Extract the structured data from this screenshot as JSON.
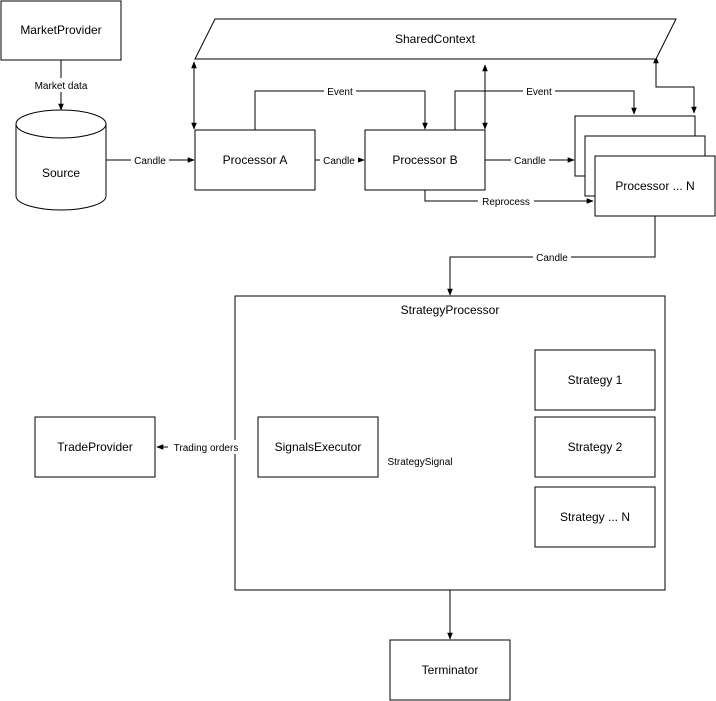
{
  "diagram": {
    "nodes": {
      "market_provider": "MarketProvider",
      "source": "Source",
      "shared_context": "SharedContext",
      "processor_a": "Processor A",
      "processor_b": "Processor B",
      "processor_n": "Processor ... N",
      "strategy_processor": "StrategyProcessor",
      "strategy_1": "Strategy 1",
      "strategy_2": "Strategy 2",
      "strategy_n": "Strategy ... N",
      "signals_executor": "SignalsExecutor",
      "trade_provider": "TradeProvider",
      "terminator": "Terminator"
    },
    "edges": {
      "market_data": "Market data",
      "candle_source_a": "Candle",
      "candle_a_b": "Candle",
      "candle_b_n": "Candle",
      "candle_n_strategy": "Candle",
      "event_a_b": "Event",
      "event_b_n": "Event",
      "reprocess": "Reprocess",
      "strategy_signal": "StrategySignal",
      "trading_orders": "Trading orders"
    }
  }
}
